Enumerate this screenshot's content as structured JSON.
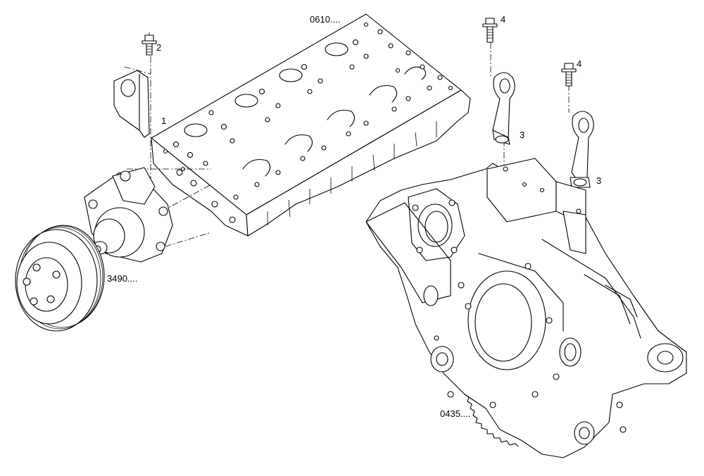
{
  "callouts": {
    "cylinder_head": "0610....",
    "bolt_left": "2",
    "bracket_left": "1",
    "bolt_right_a": "4",
    "bolt_right_b": "4",
    "lifting_eye_a": "3",
    "lifting_eye_b": "3",
    "water_pump": "3490....",
    "flywheel_housing": "0435...."
  },
  "colors": {
    "line": "#000000",
    "background": "#ffffff"
  }
}
